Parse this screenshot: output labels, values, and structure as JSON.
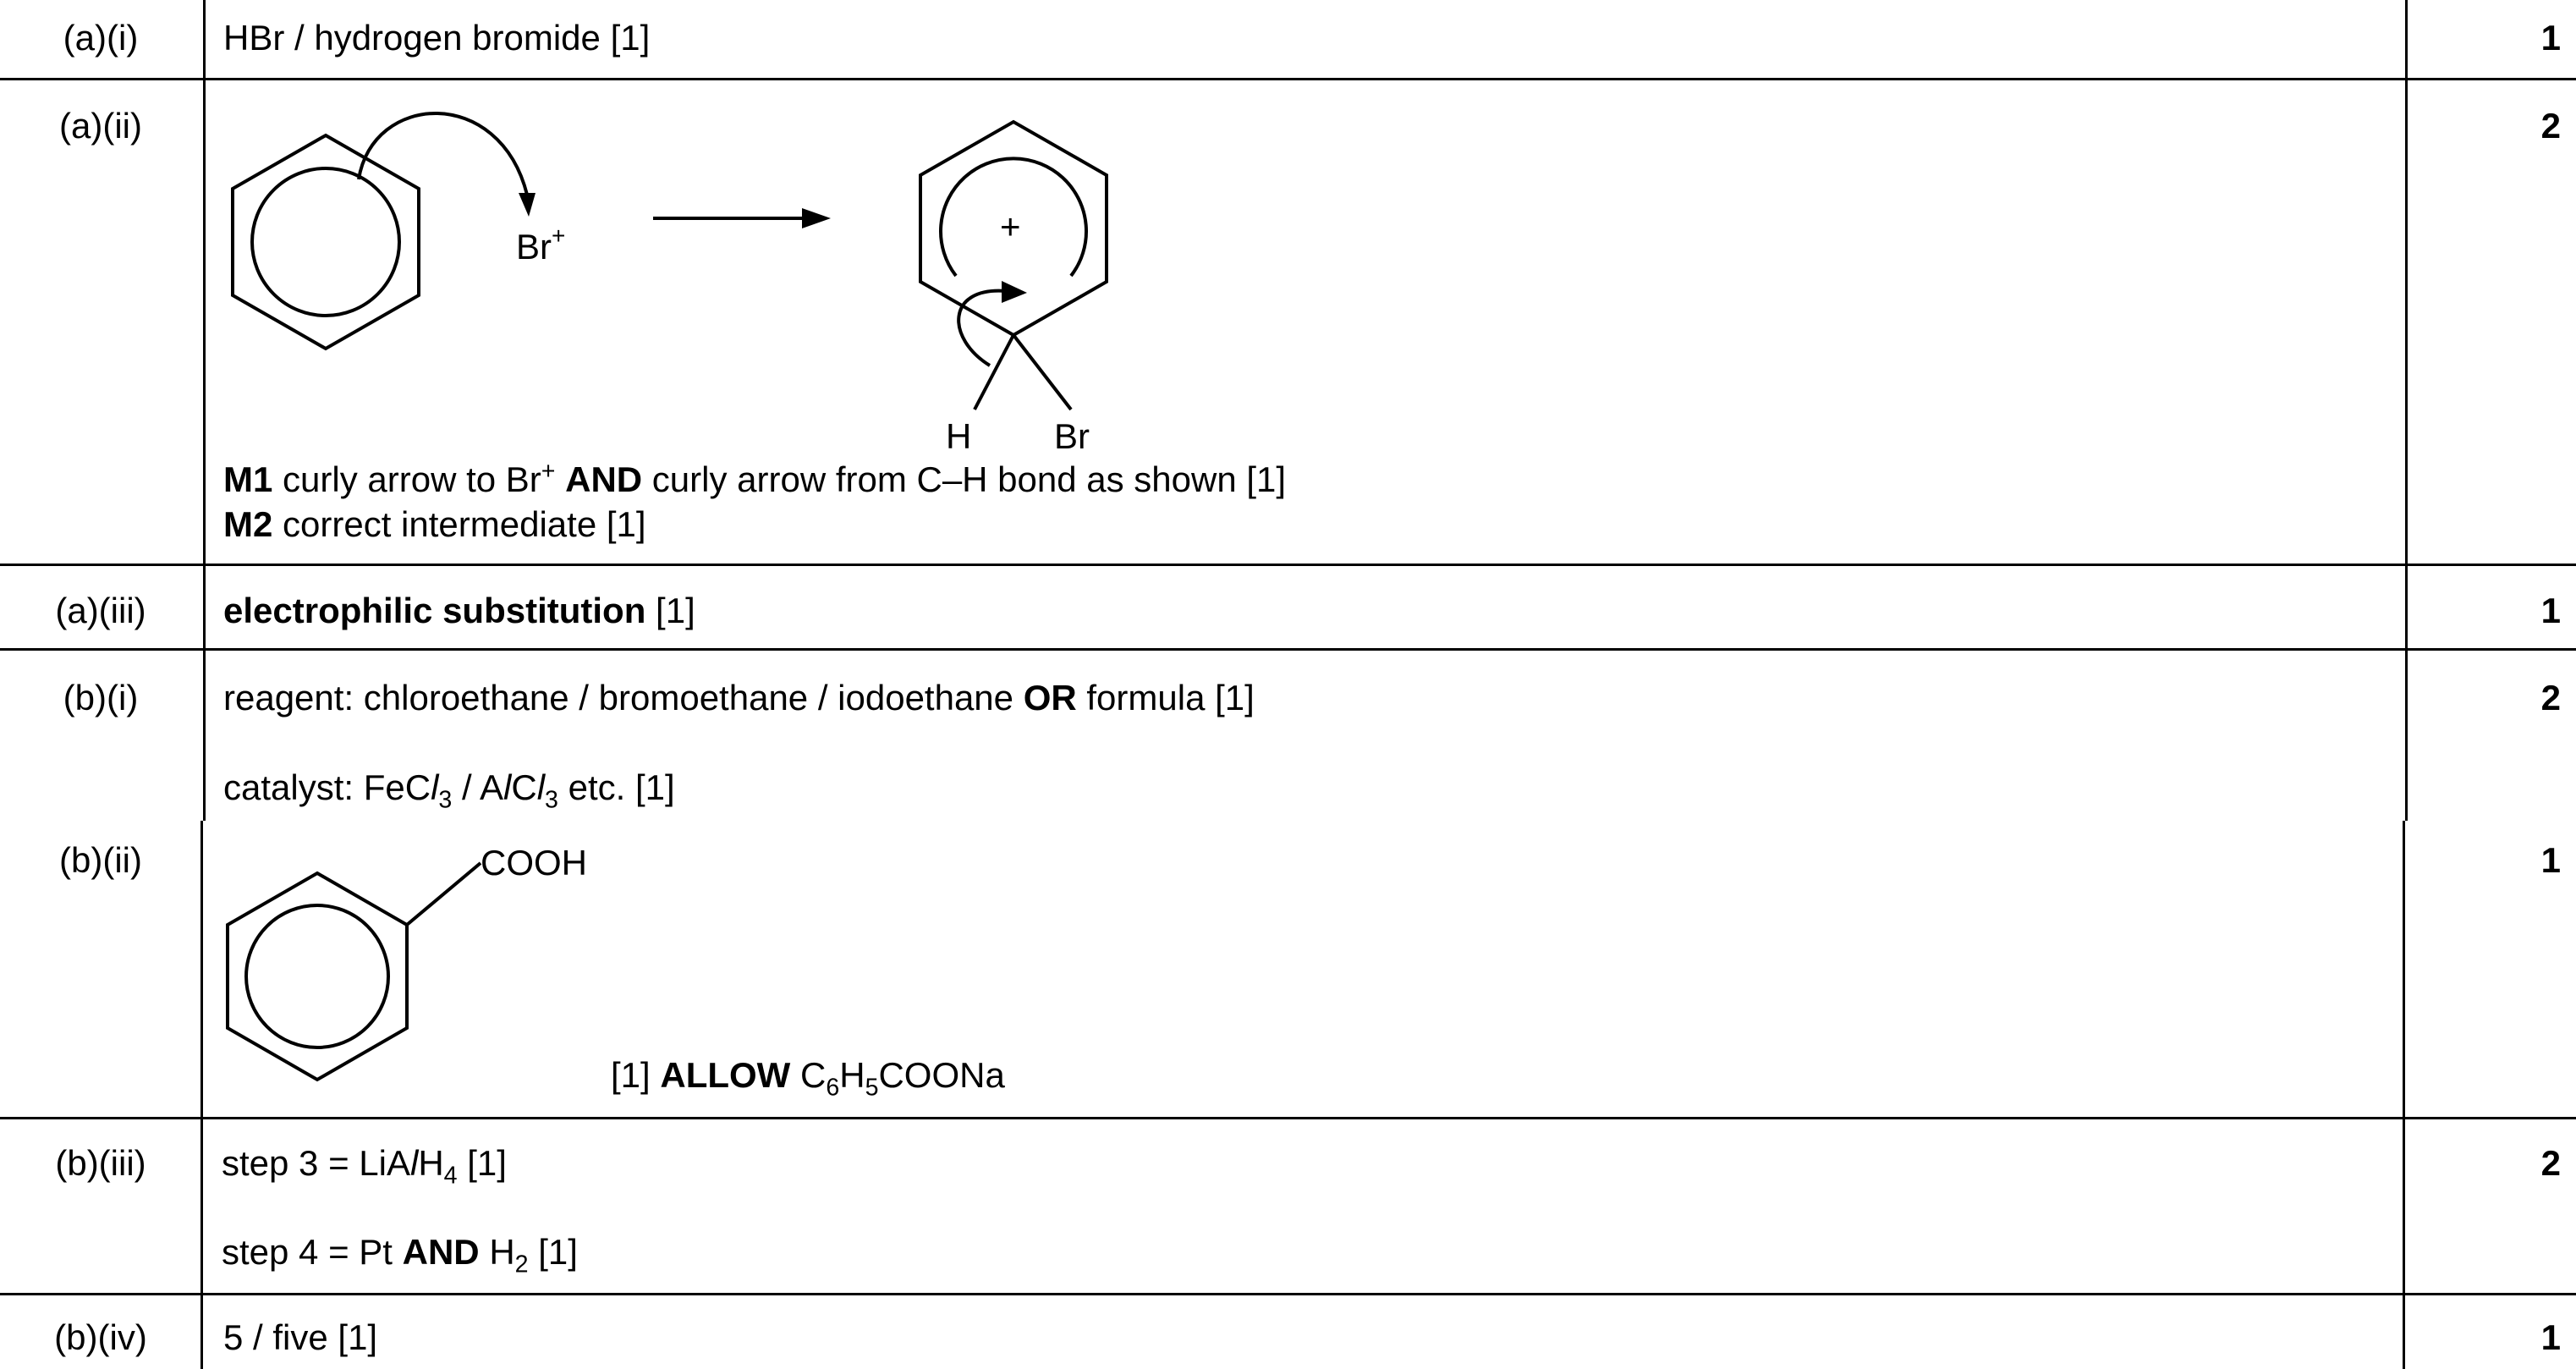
{
  "rows": [
    {
      "label": "(a)(i)",
      "mark": "1",
      "answer": {
        "main": "HBr / hydrogen bromide",
        "ref": "[1]"
      }
    },
    {
      "label": "(a)(ii)",
      "mark": "2",
      "mech": {
        "electrophile": "Br",
        "charge": "+",
        "h": "H",
        "br": "Br"
      },
      "m1": {
        "key": "M1",
        "t1": "curly arrow to Br",
        "sup": "+",
        "and": "AND",
        "t2": "curly arrow from C–H bond as shown [1]"
      },
      "m2": {
        "key": "M2",
        "text": "correct intermediate [1]"
      }
    },
    {
      "label": "(a)(iii)",
      "mark": "1",
      "answer": {
        "bold": "electrophilic substitution",
        "ref": "[1]"
      }
    },
    {
      "label": "(b)(i)",
      "mark": "2",
      "reagent": {
        "t1": "reagent: chloroethane / bromoethane / iodoethane",
        "or": "OR",
        "t2": "formula [1]"
      },
      "catalyst": {
        "t1": "catalyst: FeC",
        "l1": "l",
        "s1": "3",
        "t2": " / A",
        "l2": "l",
        "t3": "C",
        "l3": "l",
        "s2": "3",
        "t4": " etc. [1]"
      }
    },
    {
      "label": "(b)(ii)",
      "mark": "1",
      "cooh": "COOH",
      "allow": {
        "ref": "[1]",
        "kw": "ALLOW",
        "c": "C",
        "s1": "6",
        "h": "H",
        "s2": "5",
        "rest": "COONa"
      }
    },
    {
      "label": "(b)(iii)",
      "mark": "2",
      "step3": {
        "t1": "step 3 = LiA",
        "l": "l",
        "t2": "H",
        "s": "4",
        "t3": " [1]"
      },
      "step4": {
        "t1": "step 4 = Pt",
        "and": "AND",
        "t2": "H",
        "s": "2",
        "t3": " [1]"
      }
    },
    {
      "label": "(b)(iv)",
      "mark": "1",
      "answer": {
        "main": "5 / five",
        "ref": "[1]"
      }
    }
  ]
}
